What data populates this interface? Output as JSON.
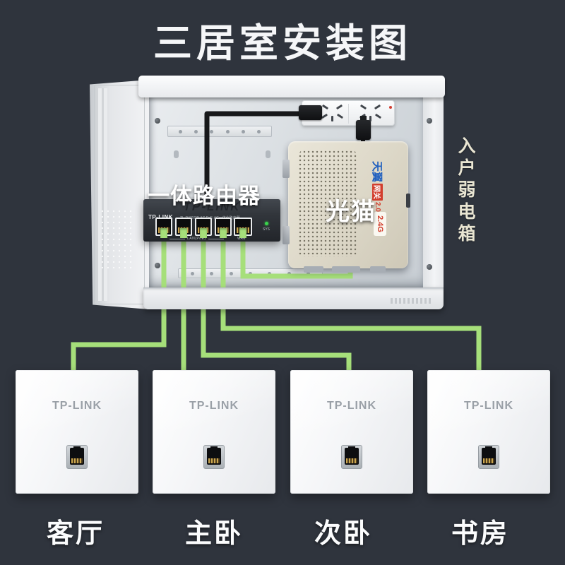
{
  "title": "三居室安装图",
  "enclosure": {
    "side_label": "入户弱电箱",
    "router_label": "一体路由器",
    "modem_label": "光猫",
    "router": {
      "brand": "TP-LINK",
      "model_text": "TL-R470GP-AC PoE·AC一体化路由器",
      "lan_group_label": "LAN(PoE)",
      "wan_label": "WAN",
      "led_label": "SYS"
    },
    "modem": {
      "brand_primary": "天翼",
      "brand_secondary": "网关",
      "version": "2.0",
      "band_badge": "2.4G"
    }
  },
  "panels": [
    {
      "brand": "TP-LINK",
      "room": "客厅"
    },
    {
      "brand": "TP-LINK",
      "room": "主卧"
    },
    {
      "brand": "TP-LINK",
      "room": "次卧"
    },
    {
      "brand": "TP-LINK",
      "room": "书房"
    }
  ],
  "colors": {
    "background": "#2f343d",
    "cable_green": "#a6df7a",
    "title_text": "#f5f6f8",
    "side_label_text": "#e9e5d2"
  }
}
